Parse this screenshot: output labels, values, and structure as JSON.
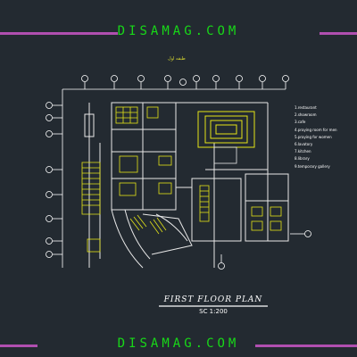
{
  "watermark": {
    "top": "DISAMAG.COM",
    "bottom": "DISAMAG.COM"
  },
  "drawing": {
    "title": "FIRST FLOOR PLAN",
    "scale": "SC 1:200",
    "header_note": "طبقه اول"
  },
  "legend": {
    "items": [
      "1.restaurant",
      "2.showroom",
      "3.cafe",
      "4.praying room for men",
      "5.praying for women",
      "6.lavatory",
      "7.kitchen",
      "8.library",
      "9.temporary gallery"
    ]
  },
  "colors": {
    "background": "#232a31",
    "watermark_text": "#18d818",
    "watermark_bar": "#b04fb0",
    "walls": "#e8e8e8",
    "furniture": "#e4e418",
    "grid_bubbles": "#ffffff"
  }
}
